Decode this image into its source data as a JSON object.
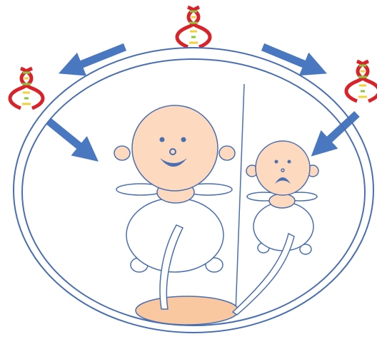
{
  "colors": {
    "outline": "#4a6fb0",
    "arrow": "#4a78c0",
    "skin": "#fcd9bf",
    "placenta": "#fac8a0",
    "dna_red": "#d8232a",
    "dna_green": "#8cc63f",
    "dna_yellow": "#f2d03b"
  },
  "icons": [
    "dna-icon",
    "arrow-icon"
  ],
  "figures": [
    {
      "name": "large-twin",
      "expression": "happy"
    },
    {
      "name": "small-twin",
      "expression": "sad"
    }
  ]
}
